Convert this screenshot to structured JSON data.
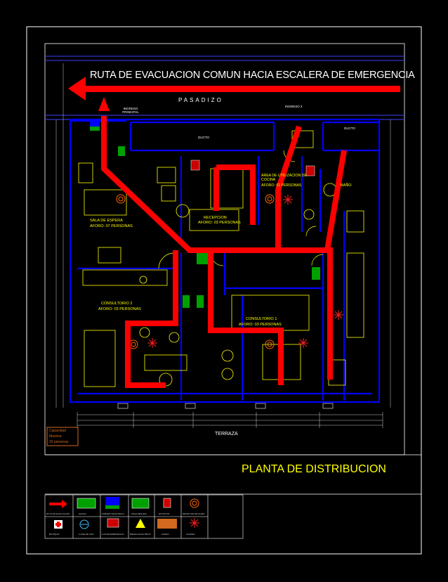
{
  "title": "RUTA DE EVACUACION COMUN HACIA ESCALERA DE EMERGENCIA",
  "drawing_title": "PLANTA DE DISTRIBUCION",
  "corridor_label": "PASADIZO",
  "terrace_label": "TERRAZA",
  "rooms": {
    "main_entrance": "INGRESO PRINCIPAL",
    "entrance_2": "INGRESO 2",
    "duct_left": "DUCTO",
    "duct_right": "DUCTO",
    "waiting_room": "SALA DE ESPERA",
    "waiting_capacity": "AFORO: 07 PERSONAS",
    "reception": "RECEPCION",
    "reception_capacity": "AFORO: 03 PERSONAS",
    "kitchen_area": "AREA DE UTILIZACION DE COCINA",
    "kitchen_capacity": "AFORO: 01 PERSONAS",
    "bathroom": "BAÑO",
    "office_2": "CONSULTORIO 2",
    "office_2_capacity": "AFORO: 03 PERSONAS",
    "office_1": "CONSULTORIO 1",
    "office_1_capacity": "AFORO: 03 PERSONAS"
  },
  "capacity_box": {
    "line1": "Capacidad",
    "line2": "Maxima",
    "line3": "15 personas"
  },
  "colors": {
    "background": "#000000",
    "walls": "#0000ff",
    "furniture": "#ffff00",
    "route": "#ff0000",
    "frame": "#ffffff",
    "capacity_box": "#d2691e",
    "drawing_title": "#ffff00"
  },
  "legend": [
    {
      "icon": "evacuation-arrow-icon",
      "caption": "RUTA DE EVACUACION"
    },
    {
      "icon": "exit-sign-icon",
      "caption": "SALIDA"
    },
    {
      "icon": "blue-panel-icon",
      "caption": "TABLERO ELECTRICO"
    },
    {
      "icon": "green-panel-icon",
      "caption": "ZONA SEGURA"
    },
    {
      "icon": "extinguisher-icon",
      "caption": "EXTINTOR"
    },
    {
      "icon": "smoke-detector-icon",
      "caption": "DETECTOR DE HUMO"
    },
    {
      "icon": "first-aid-icon",
      "caption": "BOTIQUIN"
    },
    {
      "icon": "gas-valve-icon",
      "caption": "LLAVE DE GAS"
    },
    {
      "icon": "emergency-light-icon",
      "caption": "LUZ DE EMERGENCIA"
    },
    {
      "icon": "warning-sign-icon",
      "caption": "RIESGO ELECTRICO"
    },
    {
      "icon": "capacity-sign-icon",
      "caption": "AFORO"
    },
    {
      "icon": "alarm-icon",
      "caption": "ALARMA"
    }
  ]
}
